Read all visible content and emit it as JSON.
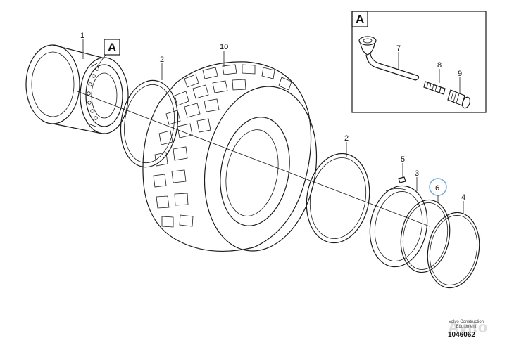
{
  "callouts": {
    "rim": "1",
    "oring_left": "2",
    "oring_right": "2",
    "lock_ring": "3",
    "outer_ring": "4",
    "lock_key": "5",
    "seal_ring": "6",
    "valve_stem": "7",
    "valve_core": "8",
    "valve_cap": "9",
    "tire": "10"
  },
  "detail": {
    "letter": "A",
    "rim_marker": "A"
  },
  "footer": {
    "credit_line1": "Volvo Construction",
    "credit_line2": "Equipment",
    "doc_number": "1046062",
    "watermark": "Avito"
  },
  "colors": {
    "line": "#1a1a1a",
    "highlight": "#6fa8dc"
  }
}
